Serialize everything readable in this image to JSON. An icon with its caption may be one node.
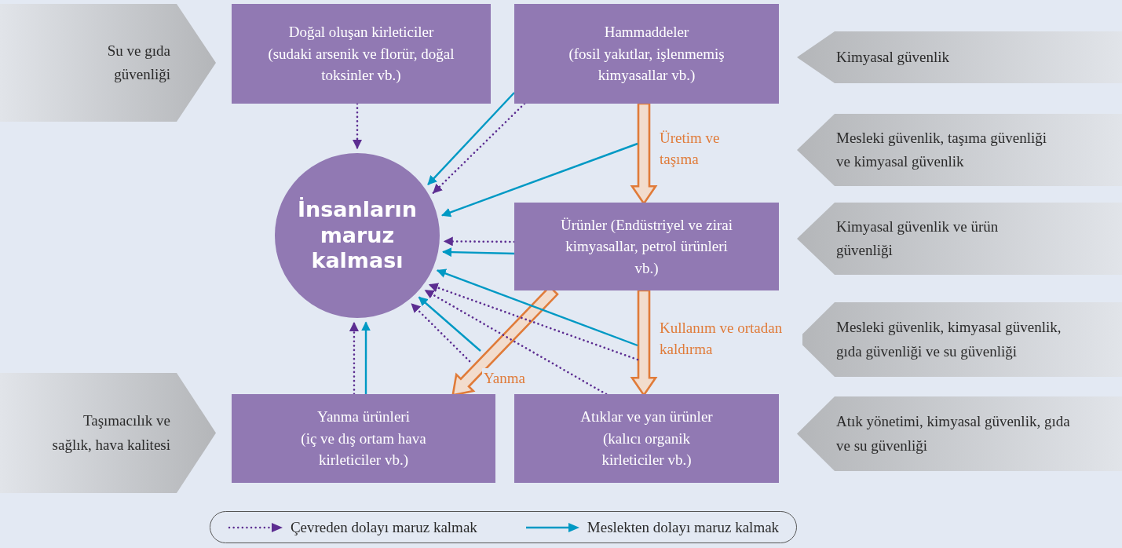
{
  "diagram": {
    "nodes": [
      {
        "text": [
          "Su ve gıda güvenliği"
        ]
      },
      {
        "text": [
          "Doğal oluşan kirleticiler",
          "(sudaki arsenik ve florür, doğal toksinler vb.)"
        ]
      },
      {
        "text": [
          "Hammaddeler",
          "(fosil yakıtlar, işlenmemiş kimyasallar vb.)"
        ]
      },
      {
        "text": [
          "Kimyasal güvenlik"
        ]
      },
      {
        "text": [
          "Mesleki güvenlik, taşıma güvenliği ve kimyasal güvenlik"
        ]
      },
      {
        "text": [
          "İnsanların maruz kalması"
        ]
      },
      {
        "text": [
          "Ürünler (Endüstriyel ve zirai kimyasallar, petrol ürünleri vb.)"
        ]
      },
      {
        "text": [
          "Kimyasal güvenlik ve ürün güvenliği"
        ]
      },
      {
        "text": [
          "Mesleki güvenlik, kimyasal güvenlik, gıda güvenliği ve su güvenliği"
        ]
      },
      {
        "text": [
          "Taşımacılık ve sağlık, hava kalitesi"
        ]
      },
      {
        "text": [
          "Yanma ürünleri",
          "(iç ve dış ortam hava kirleticiler vb.)"
        ]
      },
      {
        "text": [
          "Atıklar ve yan ürünler",
          "(kalıcı organik kirleticiler vb.)"
        ]
      },
      {
        "text": [
          "Atık yönetimi, kimyasal güvenlik, gıda ve su güvenliği"
        ]
      }
    ],
    "edges": [
      {
        "from": 1,
        "to": 5,
        "arrow": "to",
        "style": "dashed"
      },
      {
        "from": 2,
        "to": 5,
        "arrow": "to",
        "color": "#0099c4"
      },
      {
        "from": 2,
        "to": 5,
        "arrow": "to",
        "style": "dashed"
      },
      {
        "from": 2,
        "to": 6,
        "arrow": "to",
        "style": "thick",
        "color": "#e07b39",
        "label": "Üretim ve taşıma"
      },
      {
        "from": null,
        "to": 5,
        "arrow": "to",
        "color": "#0099c4"
      },
      {
        "from": 6,
        "to": 5,
        "arrow": "to",
        "style": "dashed"
      },
      {
        "from": 6,
        "to": 5,
        "arrow": "to",
        "color": "#0099c4"
      },
      {
        "from": 6,
        "to": 11,
        "arrow": "to",
        "style": "thick",
        "color": "#e07b39",
        "label": "Kullanım ve ortadan kaldırma"
      },
      {
        "from": 6,
        "to": 10,
        "arrow": "to",
        "style": "thick",
        "color": "#e07b39",
        "label": "Yanma"
      },
      {
        "from": null,
        "to": 5,
        "arrow": "to",
        "color": "#0099c4"
      },
      {
        "from": null,
        "to": 5,
        "arrow": "to",
        "style": "dashed"
      },
      {
        "from": 11,
        "to": 5,
        "arrow": "to",
        "style": "dashed"
      },
      {
        "from": null,
        "to": 5,
        "arrow": "to",
        "color": "#0099c4"
      },
      {
        "from": null,
        "to": 5,
        "arrow": "to",
        "style": "dashed"
      },
      {
        "from": 10,
        "to": 5,
        "arrow": "to",
        "style": "dashed"
      },
      {
        "from": 10,
        "to": 5,
        "arrow": "to",
        "color": "#0099c4"
      }
    ],
    "legend": [
      {
        "text": "Çevreden dolayı maruz kalmak"
      },
      {
        "text": "Meslekten dolayı maruz kalmak"
      }
    ]
  }
}
